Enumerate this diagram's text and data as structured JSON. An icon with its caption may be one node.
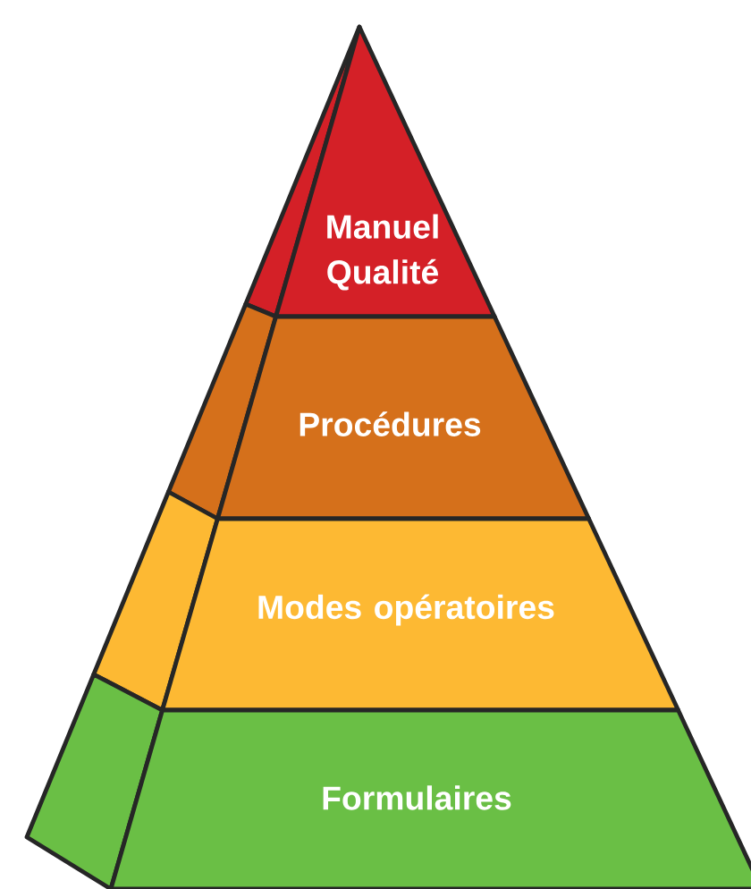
{
  "diagram": {
    "nodes": [
      {
        "text": [
          "Manuel Qualité"
        ]
      },
      {
        "text": [
          "Procédures"
        ]
      },
      {
        "text": [
          "Modes opératoires"
        ]
      },
      {
        "text": [
          "Formulaires"
        ]
      }
    ]
  }
}
